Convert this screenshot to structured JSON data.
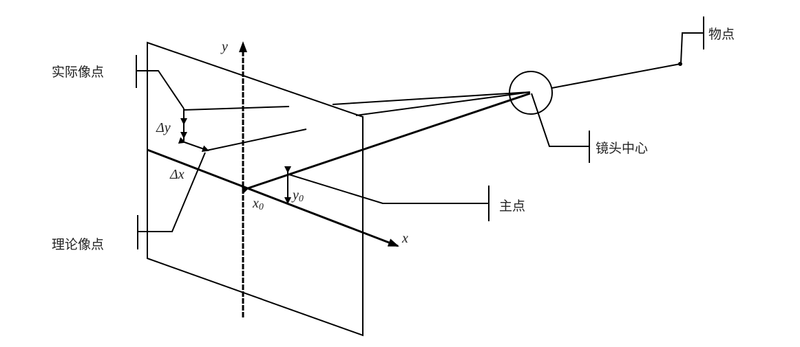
{
  "labels": {
    "object_point": "物点",
    "actual_image_point": "实际像点",
    "theoretical_image_point": "理论像点",
    "lens_center": "镜头中心",
    "principal_point": "主点"
  },
  "axes": {
    "x": "x",
    "y": "y",
    "x0_base": "x",
    "x0_sub": "0",
    "y0_base": "y",
    "y0_sub": "0",
    "delta_x": "Δx",
    "delta_y": "Δy"
  }
}
